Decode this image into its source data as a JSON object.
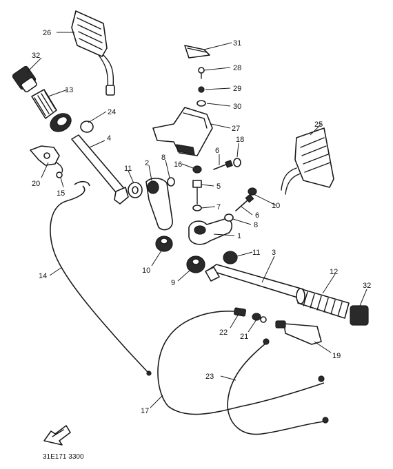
{
  "callouts": {
    "c1": "1",
    "c2": "2",
    "c3": "3",
    "c4": "4",
    "c5": "5",
    "c6a": "6",
    "c6b": "6",
    "c7": "7",
    "c8a": "8",
    "c8b": "8",
    "c9": "9",
    "c10a": "10",
    "c10b": "10",
    "c11a": "11",
    "c11b": "11",
    "c12": "12",
    "c13": "13",
    "c14": "14",
    "c15": "15",
    "c16": "16",
    "c17": "17",
    "c18": "18",
    "c19": "19",
    "c20": "20",
    "c21": "21",
    "c22": "22",
    "c23": "23",
    "c24": "24",
    "c25": "25",
    "c26": "26",
    "c27": "27",
    "c28": "28",
    "c29": "29",
    "c30": "30",
    "c31": "31",
    "c32a": "32",
    "c32b": "32"
  },
  "drawing_code": "31E171 3300",
  "icons": {
    "front": "front-arrow-icon"
  }
}
